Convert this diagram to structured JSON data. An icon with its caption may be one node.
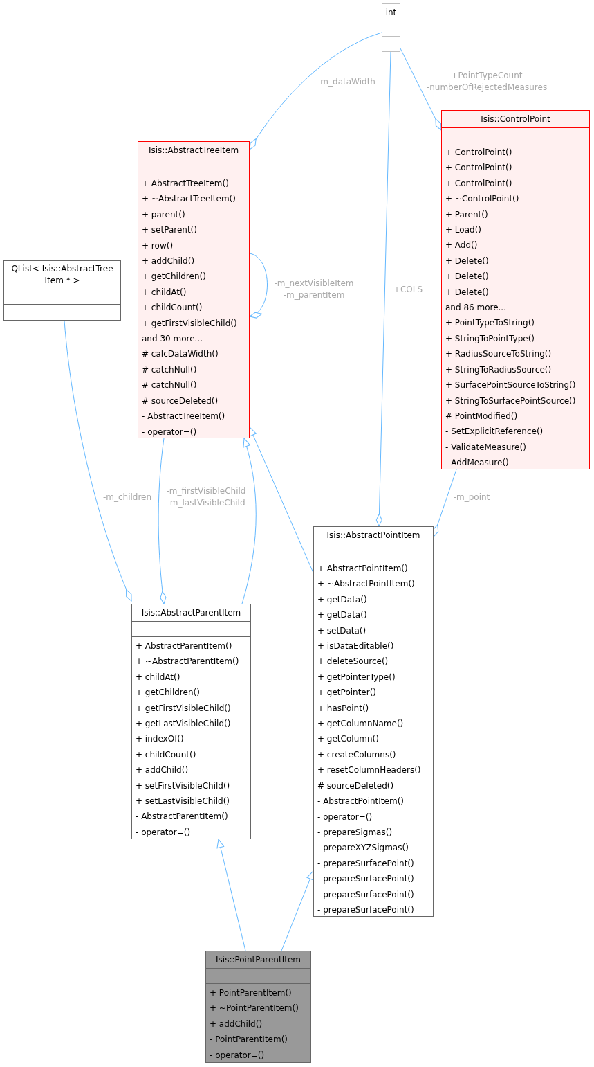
{
  "diagram": {
    "nodes": [
      {
        "text": [
          "int"
        ]
      },
      {
        "text": [
          "Isis::ControlPoint",
          "+ ControlPoint()",
          "+ ControlPoint()",
          "+ ControlPoint()",
          "+ ~ControlPoint()",
          "+ Parent()",
          "+ Load()",
          "+ Add()",
          "+ Delete()",
          "+ Delete()",
          "+ Delete()",
          "and 86 more...",
          "+ PointTypeToString()",
          "+ StringToPointType()",
          "+ RadiusSourceToString()",
          "+ StringToRadiusSource()",
          "+ SurfacePointSourceToString()",
          "+ StringToSurfacePointSource()",
          "# PointModified()",
          "- SetExplicitReference()",
          "- ValidateMeasure()",
          "- AddMeasure()"
        ]
      },
      {
        "text": [
          "Isis::AbstractTreeItem",
          "+ AbstractTreeItem()",
          "+ ~AbstractTreeItem()",
          "+ parent()",
          "+ setParent()",
          "+ row()",
          "+ addChild()",
          "+ getChildren()",
          "+ childAt()",
          "+ childCount()",
          "+ getFirstVisibleChild()",
          "and 30 more...",
          "# calcDataWidth()",
          "# catchNull()",
          "# catchNull()",
          "# sourceDeleted()",
          "- AbstractTreeItem()",
          "- operator=()"
        ]
      },
      {
        "text": [
          "QList< Isis::AbstractTree Item * >"
        ]
      },
      {
        "text": [
          "Isis::AbstractParentItem",
          "+ AbstractParentItem()",
          "+ ~AbstractParentItem()",
          "+ childAt()",
          "+ getChildren()",
          "+ getFirstVisibleChild()",
          "+ getLastVisibleChild()",
          "+ indexOf()",
          "+ childCount()",
          "+ addChild()",
          "+ setFirstVisibleChild()",
          "+ setLastVisibleChild()",
          "- AbstractParentItem()",
          "- operator=()"
        ]
      },
      {
        "text": [
          "Isis::AbstractPointItem",
          "+ AbstractPointItem()",
          "+ ~AbstractPointItem()",
          "+ getData()",
          "+ getData()",
          "+ setData()",
          "+ isDataEditable()",
          "+ deleteSource()",
          "+ getPointerType()",
          "+ getPointer()",
          "+ hasPoint()",
          "+ getColumnName()",
          "+ getColumn()",
          "+ createColumns()",
          "+ resetColumnHeaders()",
          "# sourceDeleted()",
          "- AbstractPointItem()",
          "- operator=()",
          "- prepareSigmas()",
          "- prepareXYZSigmas()",
          "- prepareSurfacePoint()",
          "- prepareSurfacePoint()",
          "- prepareSurfacePoint()",
          "- prepareSurfacePoint()"
        ]
      },
      {
        "text": [
          "Isis::PointParentItem",
          "+ PointParentItem()",
          "+ ~PointParentItem()",
          "+ addChild()",
          "- PointParentItem()",
          "- operator=()"
        ]
      }
    ],
    "edges": [
      {
        "from": 0,
        "to": 2,
        "arrow": "other",
        "label": "-m_dataWidth"
      },
      {
        "from": 0,
        "to": 1,
        "arrow": "other",
        "label": "+PointTypeCount -numberOfRejectedMeasures"
      },
      {
        "from": 0,
        "to": 5,
        "arrow": "other",
        "label": "+COLS"
      },
      {
        "from": 2,
        "to": 2,
        "arrow": "other",
        "label": "-m_nextVisibleItem -m_parentItem"
      },
      {
        "from": 3,
        "to": 4,
        "arrow": "other",
        "label": "-m_children"
      },
      {
        "from": 2,
        "to": 4,
        "arrow": "other",
        "label": "-m_firstVisibleChild -m_lastVisibleChild"
      },
      {
        "from": 1,
        "to": 5,
        "arrow": "other",
        "label": "-m_point"
      },
      {
        "from": 4,
        "to": 2,
        "arrow": "to"
      },
      {
        "from": 5,
        "to": 2,
        "arrow": "to"
      },
      {
        "from": 6,
        "to": 4,
        "arrow": "to"
      },
      {
        "from": 6,
        "to": 5,
        "arrow": "to"
      }
    ]
  }
}
